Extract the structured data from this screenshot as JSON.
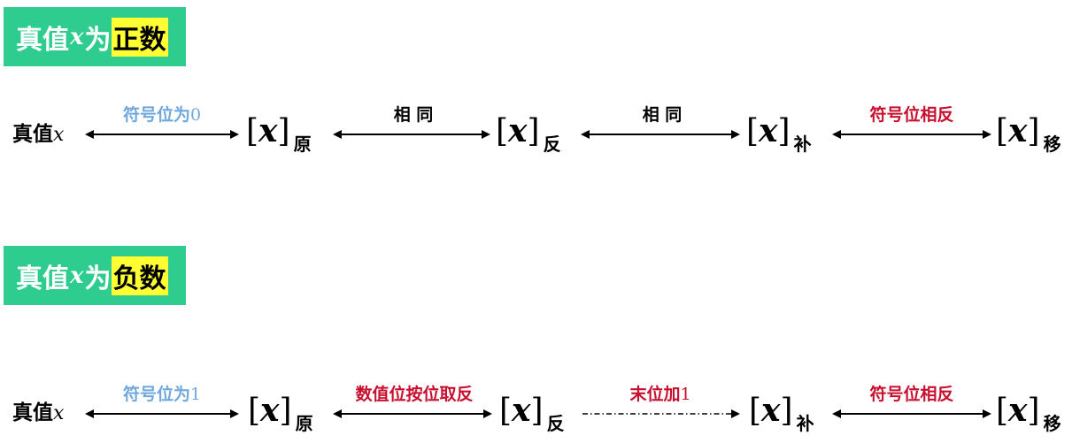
{
  "sections": [
    {
      "title": {
        "prefix": "真值",
        "var": "x",
        "mid": "为",
        "highlight": "正数"
      },
      "start": {
        "label": "真值",
        "var": "x"
      },
      "nodes": [
        {
          "x": "x",
          "sub": "原"
        },
        {
          "x": "x",
          "sub": "反"
        },
        {
          "x": "x",
          "sub": "补"
        },
        {
          "x": "x",
          "sub": "移"
        }
      ],
      "arrows": [
        {
          "label": "符号位为",
          "digit": "0",
          "color": "blue",
          "style": "solid"
        },
        {
          "label": "相 同",
          "digit": "",
          "color": "black",
          "style": "solid"
        },
        {
          "label": "相 同",
          "digit": "",
          "color": "black",
          "style": "solid"
        },
        {
          "label": "符号位相反",
          "digit": "",
          "color": "red",
          "style": "solid"
        }
      ]
    },
    {
      "title": {
        "prefix": "真值",
        "var": "x",
        "mid": "为",
        "highlight": "负数"
      },
      "start": {
        "label": "真值",
        "var": "x"
      },
      "nodes": [
        {
          "x": "x",
          "sub": "原"
        },
        {
          "x": "x",
          "sub": "反"
        },
        {
          "x": "x",
          "sub": "补"
        },
        {
          "x": "x",
          "sub": "移"
        }
      ],
      "arrows": [
        {
          "label": "符号位为",
          "digit": "1",
          "color": "blue",
          "style": "solid"
        },
        {
          "label": "数值位按位取反",
          "digit": "",
          "color": "red",
          "style": "solid"
        },
        {
          "label": "末位加",
          "digit": "1",
          "color": "red",
          "style": "dashdot"
        },
        {
          "label": "符号位相反",
          "digit": "",
          "color": "red",
          "style": "solid"
        }
      ]
    }
  ]
}
